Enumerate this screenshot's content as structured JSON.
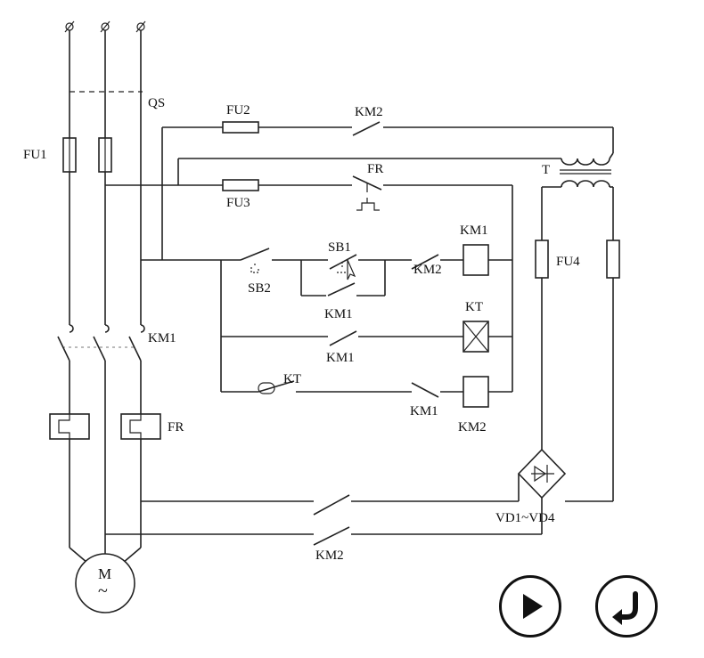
{
  "labels": {
    "qs": "QS",
    "fu1": "FU1",
    "fu2": "FU2",
    "fu3": "FU3",
    "fu4": "FU4",
    "km2_top": "KM2",
    "fr_ctrl": "FR",
    "t": "T",
    "sb1": "SB1",
    "sb2": "SB2",
    "km1_hold": "KM1",
    "km2_inter": "KM2",
    "km1_coil": "KM1",
    "kt_coil": "KT",
    "km1_kt": "KM1",
    "kt_contact": "KT",
    "km1_inter": "KM1",
    "km2_coil": "KM2",
    "km1_main": "KM1",
    "fr_main": "FR",
    "vd": "VD1~VD4",
    "km2_bottom": "KM2",
    "motor_m": "M",
    "motor_tilde": "~"
  },
  "controls": {
    "play": "play-icon",
    "return": "return-icon"
  }
}
